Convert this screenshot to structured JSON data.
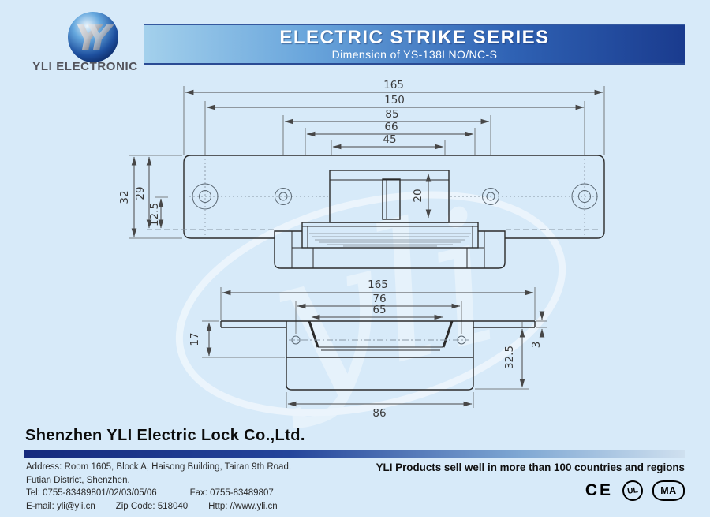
{
  "logo": {
    "symbol": "Y",
    "company_short": "YLI ELECTRONIC"
  },
  "banner": {
    "title": "ELECTRIC STRIKE SERIES",
    "subtitle": "Dimension of YS-138LNO/NC-S"
  },
  "drawing": {
    "front_view": {
      "dims": {
        "w165": "165",
        "w150": "150",
        "w85": "85",
        "w66": "66",
        "w45": "45",
        "h32": "32",
        "h29": "29",
        "h12_5": "12.5",
        "h20": "20"
      }
    },
    "side_view": {
      "dims": {
        "w165": "165",
        "w76": "76",
        "w65": "65",
        "h17": "17",
        "h32_5": "32.5",
        "t3": "3",
        "w86": "86"
      }
    }
  },
  "watermark": "yli",
  "company": {
    "name": "Shenzhen YLI Electric Lock Co.,Ltd."
  },
  "footer": {
    "address_line1": "Address: Room 1605, Block A, Haisong Building, Tairan 9th Road,",
    "address_line2": "Futian District, Shenzhen.",
    "tel": "Tel: 0755-83489801/02/03/05/06",
    "fax": "Fax: 0755-83489807",
    "email": "E-mail: yli@yli.cn",
    "zip": "Zip Code: 518040",
    "web": "Http: //www.yli.cn",
    "slogan": "YLI Products sell well in more than 100 countries and regions",
    "cert_ce": "CE",
    "cert_ul": "UL",
    "cert_ma": "MA"
  },
  "colors": {
    "background": "#d7eaf9",
    "banner_left": "#a3d0ec",
    "banner_right": "#1a3b8e",
    "bar_dark": "#152a7d",
    "line": "#2b2b2b"
  }
}
